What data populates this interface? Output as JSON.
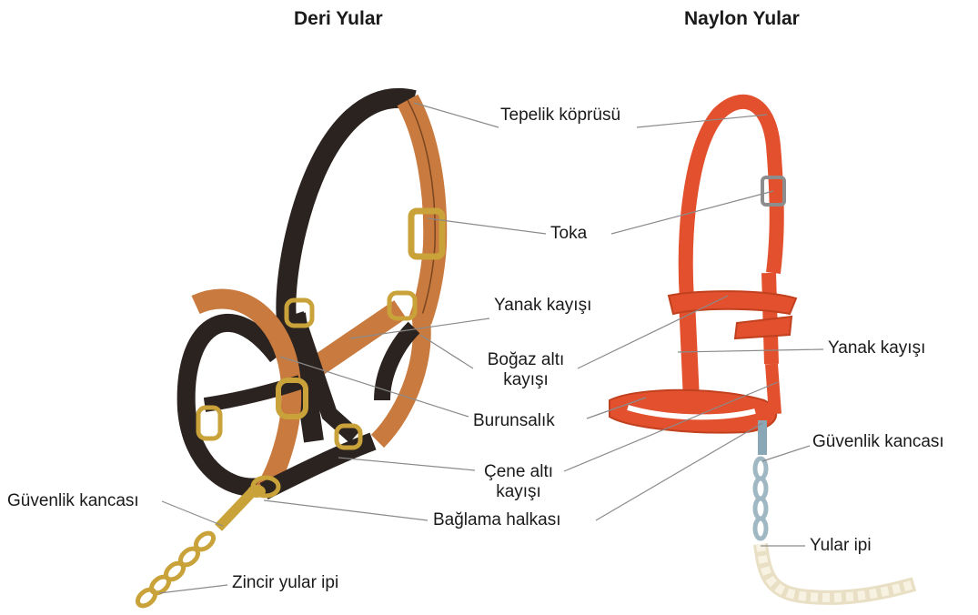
{
  "titles": {
    "leather": "Deri Yular",
    "nylon": "Naylon Yular"
  },
  "labels": {
    "crown_piece": "Tepelik köprüsü",
    "buckle": "Toka",
    "cheek_strap_top": "Yanak kayışı",
    "throat_strap_line1": "Boğaz altı",
    "throat_strap_line2": "kayışı",
    "noseband": "Burunsalık",
    "chin_strap_line1": "Çene altı",
    "chin_strap_line2": "kayışı",
    "tie_ring": "Bağlama halkası",
    "safety_hook_left": "Güvenlik kancası",
    "chain_lead": "Zincir yular ipi",
    "cheek_strap_right": "Yanak kayışı",
    "safety_hook_right": "Güvenlik kancası",
    "lead_rope": "Yular ipi"
  },
  "colors": {
    "leather_tan": "#c97a3e",
    "leather_dark": "#2b2320",
    "nylon_red": "#e2502e",
    "brass": "#c9a23a",
    "rope": "#f1ead2",
    "leader_line": "#8a8a8a"
  }
}
